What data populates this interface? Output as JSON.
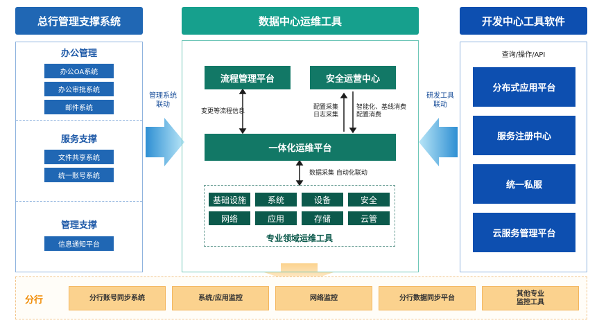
{
  "headers": {
    "left": "总行管理支撑系统",
    "middle": "数据中心运维工具",
    "right": "开发中心工具软件"
  },
  "left": {
    "sections": [
      {
        "title": "办公管理",
        "items": [
          "办公OA系统",
          "办公审批系统",
          "邮件系统"
        ]
      },
      {
        "title": "服务支撑",
        "items": [
          "文件共享系统",
          "统一账号系统"
        ]
      },
      {
        "title": "管理支撑",
        "items": [
          "信息通知平台"
        ]
      }
    ]
  },
  "middle": {
    "process_platform": "流程管理平台",
    "security_center": "安全运营中心",
    "unified_platform": "一体化运维平台",
    "note_change": "变更等流程信息",
    "note_config_1": "配置采集",
    "note_config_2": "日志采集",
    "note_smart_1": "智能化、基线消费",
    "note_smart_2": "配置消费",
    "note_data": "数据采集  自动化联动",
    "tools_title": "专业领域运维工具",
    "tools": [
      "基础设施",
      "系统",
      "设备",
      "安全",
      "网络",
      "应用",
      "存储",
      "云管"
    ]
  },
  "right": {
    "top_note": "查询/操作/API",
    "items": [
      "分布式应用平台",
      "服务注册中心",
      "统一私服",
      "云服务管理平台"
    ]
  },
  "side_labels": {
    "left_1": "管理系统",
    "left_2": "联动",
    "right_1": "研发工具",
    "right_2": "联动"
  },
  "bottom": {
    "label": "分行",
    "items": [
      "分行账号同步系统",
      "系统/应用监控",
      "网络监控",
      "分行数据同步平台"
    ],
    "last_item_1": "其他专业",
    "last_item_2": "监控工具"
  },
  "colors": {
    "left_blue": "#2067b4",
    "teal": "#16a08d",
    "dark_teal": "#127866",
    "right_blue": "#0d4fb0",
    "arrow_cyan": "#3aa6dc",
    "branch_orange": "#f08a00",
    "bottom_box": "#fbd28e"
  }
}
